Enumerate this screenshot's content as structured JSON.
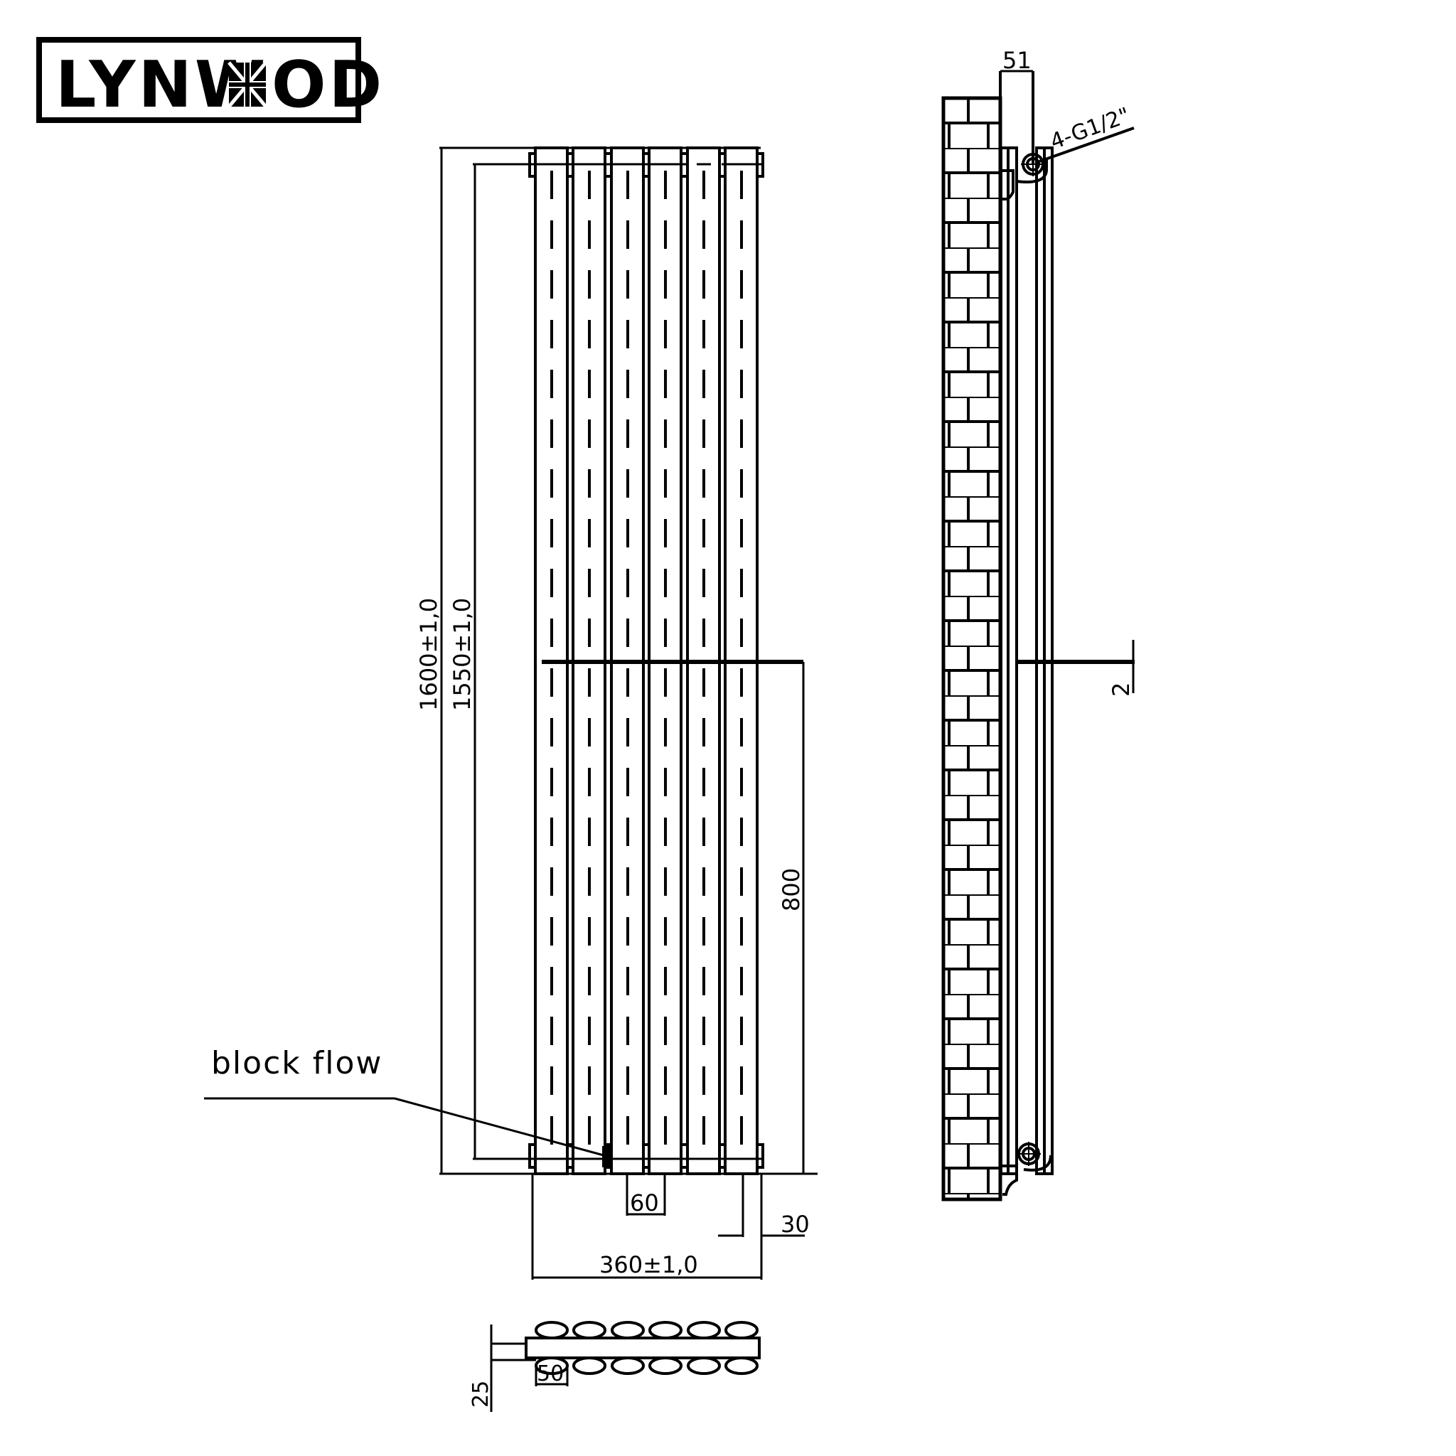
{
  "brand": {
    "logo_text": "LYNW",
    "logo_text_end": "OD",
    "logo_emblem": "union-jack-icon"
  },
  "drawing": {
    "title": "Vertical designer radiator technical drawing",
    "views": [
      "front-view",
      "side-view",
      "top-view"
    ],
    "columns": 6,
    "line_color": "#000000",
    "background": "#ffffff"
  },
  "dimensions": {
    "overall_height": "1600±1,0",
    "pipe_centres_height": "1550±1,0",
    "midpoint_height": "800",
    "column_pitch": "60",
    "edge_offset": "30",
    "overall_width": "360±1,0",
    "wall_clearance": "51",
    "connections": "4-G1/2\"",
    "side_offset": "2",
    "column_depth": "25",
    "column_width": "50"
  },
  "annotations": {
    "block_flow": "block flow"
  }
}
